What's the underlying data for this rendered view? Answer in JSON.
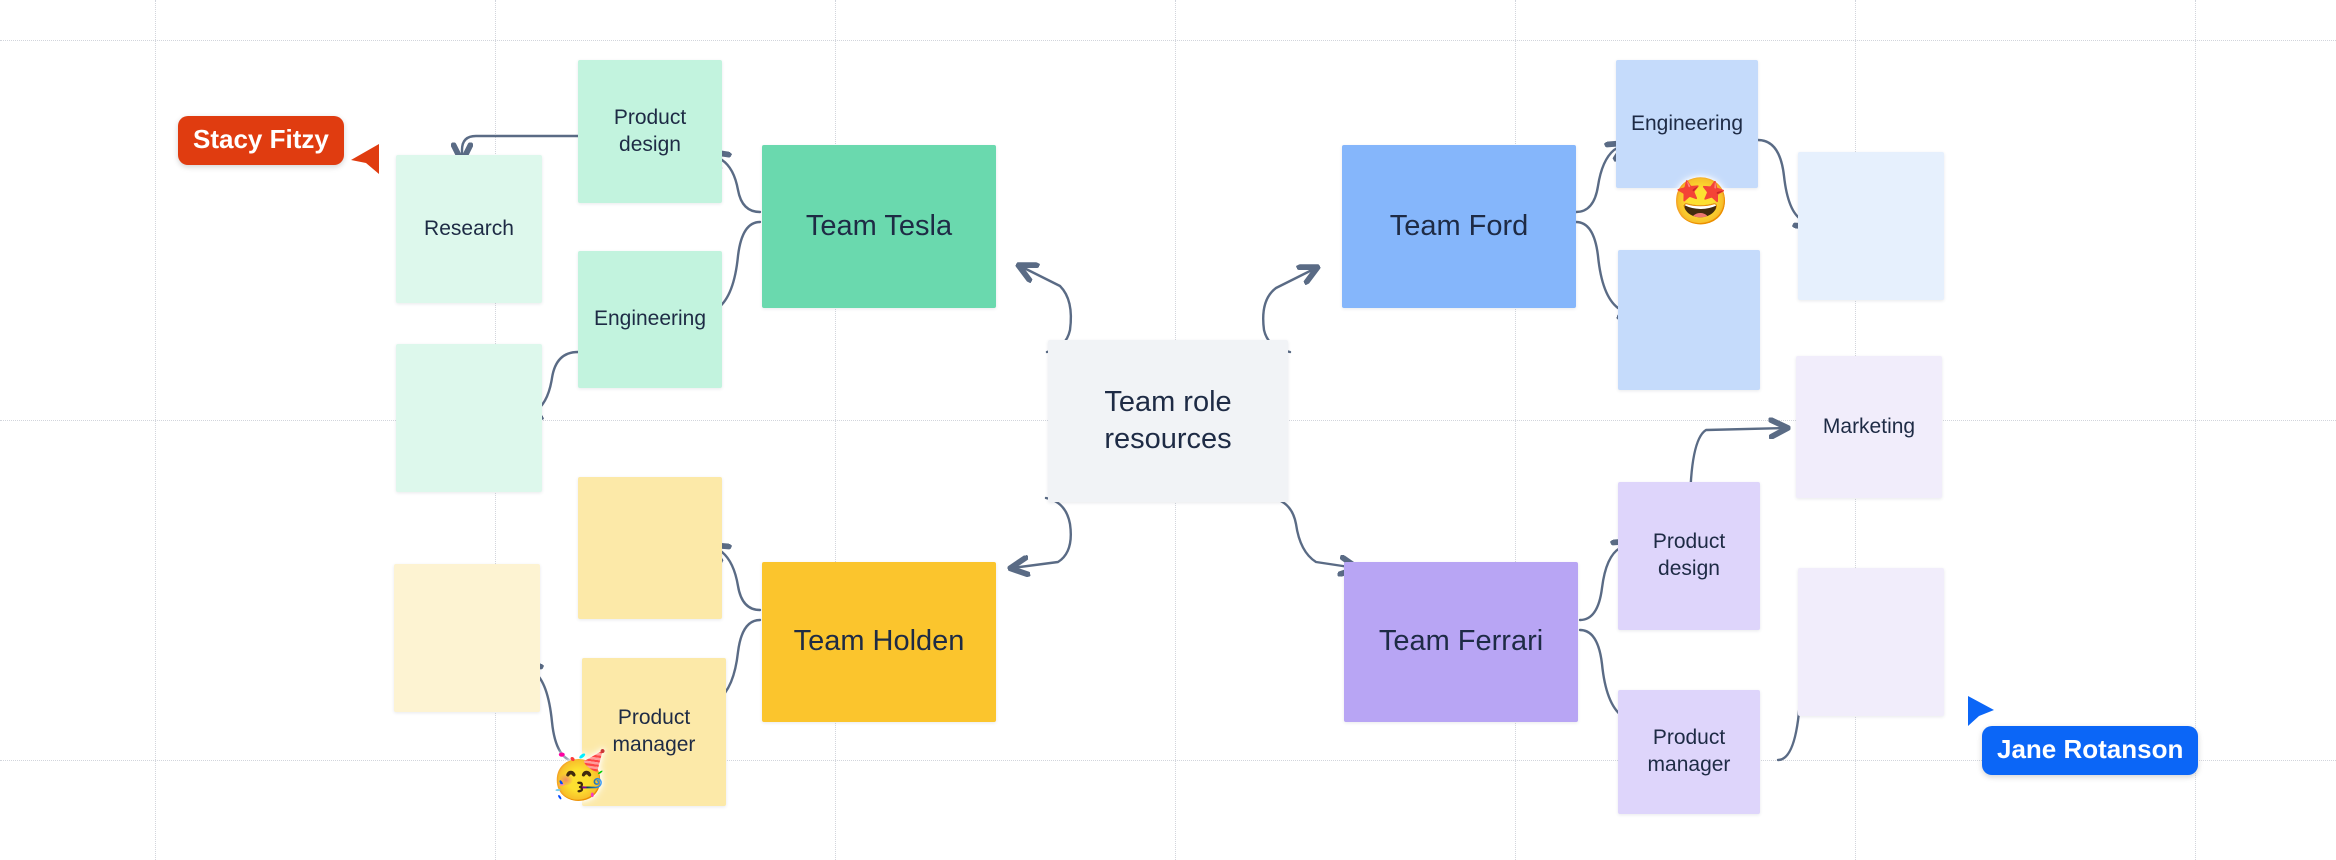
{
  "board": {
    "title": "Team role resources board",
    "background_color": "#ffffff",
    "grid": {
      "visible": true,
      "style": "dotted",
      "color": "#d2d5dc",
      "vertical_positions": [
        155,
        495,
        835,
        1175,
        1515,
        1855,
        2195
      ],
      "horizontal_positions": [
        40,
        420,
        760
      ]
    }
  },
  "hub": {
    "label": "Team role resources",
    "color": "#f1f3f6"
  },
  "groups": [
    {
      "name": "tesla",
      "team": {
        "label": "Team Tesla",
        "color": "#6ad9ae"
      },
      "cards": [
        {
          "label": "Product design",
          "color": "#c2f3de"
        },
        {
          "label": "Engineering",
          "color": "#c2f3de"
        },
        {
          "label": "Research",
          "color": "#ddf8ec"
        },
        {
          "label": "",
          "color": "#ddf8ec"
        }
      ]
    },
    {
      "name": "holden",
      "team": {
        "label": "Team Holden",
        "color": "#fbc52d"
      },
      "cards": [
        {
          "label": "",
          "color": "#fce9a8"
        },
        {
          "label": "Product manager",
          "color": "#fce9a8"
        },
        {
          "label": "",
          "color": "#fdf3d2"
        }
      ]
    },
    {
      "name": "ford",
      "team": {
        "label": "Team Ford",
        "color": "#85b6fb"
      },
      "cards": [
        {
          "label": "Engineering",
          "color": "#c5dbfb"
        },
        {
          "label": "",
          "color": "#c5dbfb"
        },
        {
          "label": "",
          "color": "#e6f0fd"
        }
      ]
    },
    {
      "name": "ferrari",
      "team": {
        "label": "Team Ferrari",
        "color": "#b8a5f4"
      },
      "cards": [
        {
          "label": "Product design",
          "color": "#ded5fb"
        },
        {
          "label": "Product manager",
          "color": "#ded5fb"
        },
        {
          "label": "Marketing",
          "color": "#f1edfb"
        },
        {
          "label": "",
          "color": "#f1edfb"
        }
      ]
    }
  ],
  "reactions": [
    {
      "name": "star-struck",
      "glyph": "🤩",
      "on": "ford-engineering"
    },
    {
      "name": "partying-face",
      "glyph": "🥳",
      "on": "holden-product-manager"
    }
  ],
  "cursors": [
    {
      "name": "Stacy Fitzy",
      "color": "#e03c10"
    },
    {
      "name": "Jane Rotanson",
      "color": "#0b66f7"
    }
  ]
}
